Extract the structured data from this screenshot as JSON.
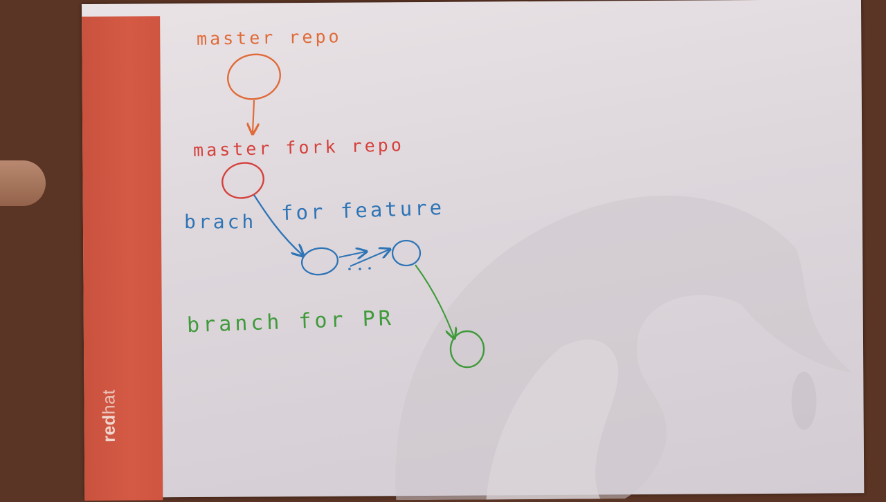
{
  "brand": {
    "bold": "red",
    "light": "hat"
  },
  "labels": {
    "master_repo": "master repo",
    "master_fork_repo": "master fork repo",
    "brach": "brach",
    "for_feature": "for feature",
    "branch_for_pr": "branch for PR"
  },
  "colors": {
    "master": "#e06a38",
    "fork": "#d5413c",
    "feature": "#2f74b5",
    "pr": "#3f9a3a",
    "stripe": "#d45a45",
    "paper": "#e4dee2"
  }
}
